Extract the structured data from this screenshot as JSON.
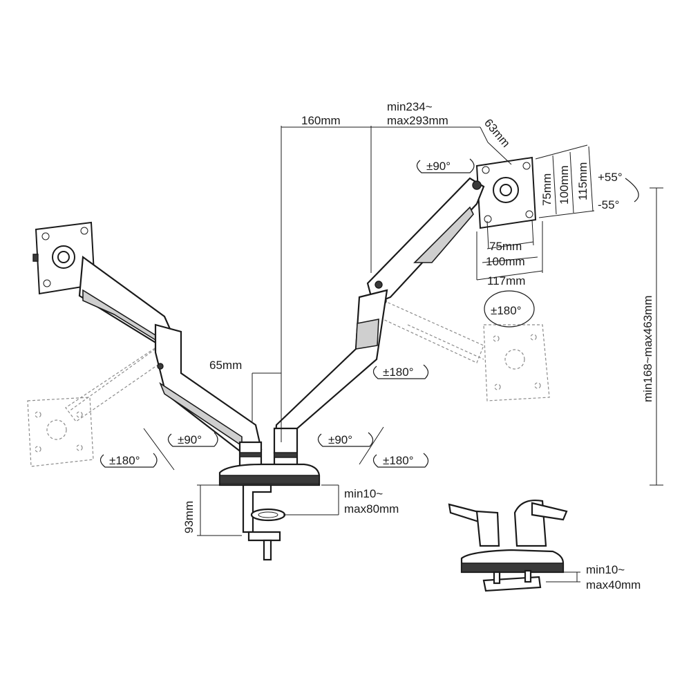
{
  "dimensions": {
    "arm_offset": "160mm",
    "arm_length_line1": "min234~",
    "arm_length_line2": "max293mm",
    "vesa_offset": "63mm",
    "pole_offset": "65mm",
    "vesa_height_75": "75mm",
    "vesa_height_100": "100mm",
    "vesa_height_115": "115mm",
    "vesa_width_75": "75mm",
    "vesa_width_100": "100mm",
    "vesa_width_117": "117mm",
    "height_range": "min168~max463mm",
    "clamp_height": "93mm",
    "clamp_range_line1": "min10~",
    "clamp_range_line2": "max80mm",
    "grommet_range_line1": "min10~",
    "grommet_range_line2": "max40mm"
  },
  "rotations": {
    "tilt_up": "+55°",
    "tilt_down": "-55°",
    "head_swivel_right": "±90°",
    "rotation_right": "±180°",
    "elbow_swivel_right": "±180°",
    "base_swivel_left_90": "±90°",
    "base_swivel_left_180": "±180°",
    "base_swivel_right_90": "±90°",
    "base_swivel_right_180": "±180°"
  },
  "icons": {
    "rotate": "rotate-arrow-icon",
    "vesa": "vesa-plate-icon"
  },
  "colors": {
    "line": "#1a1a1a",
    "ghost": "#8a8a8a",
    "fill": "#cfcfcf"
  }
}
